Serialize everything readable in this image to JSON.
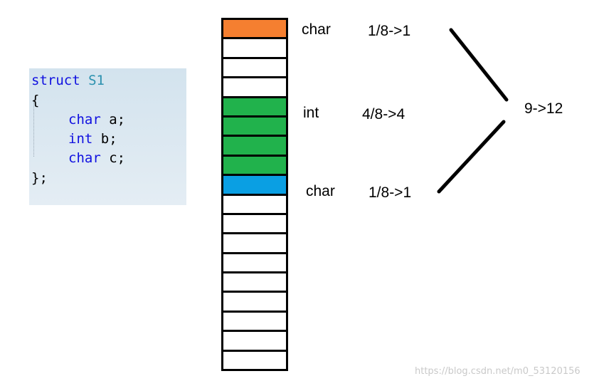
{
  "code": {
    "line1": {
      "keyword": "struct",
      "name": "S1"
    },
    "line2": "{",
    "members": [
      {
        "type": "char",
        "rest": " a;"
      },
      {
        "type": "int",
        "rest": " b;"
      },
      {
        "type": "char",
        "rest": " c;"
      }
    ],
    "closing": "};"
  },
  "memory": {
    "cell_count": 18,
    "colors": {
      "char_a": "#f57f30",
      "int_b": "#21b24c",
      "char_c": "#0a9fe3",
      "empty": "#ffffff"
    },
    "filled": [
      {
        "index": 0,
        "color_key": "char_a"
      },
      {
        "index": 4,
        "color_key": "int_b"
      },
      {
        "index": 5,
        "color_key": "int_b"
      },
      {
        "index": 6,
        "color_key": "int_b"
      },
      {
        "index": 7,
        "color_key": "int_b"
      },
      {
        "index": 8,
        "color_key": "char_c"
      }
    ]
  },
  "annotations": {
    "type_a": "char",
    "align_a": "1/8->1",
    "type_b": "int",
    "align_b": "4/8->4",
    "type_c": "char",
    "align_c": "1/8->1",
    "total": "9->12"
  },
  "watermark": "https://blog.csdn.net/m0_53120156"
}
